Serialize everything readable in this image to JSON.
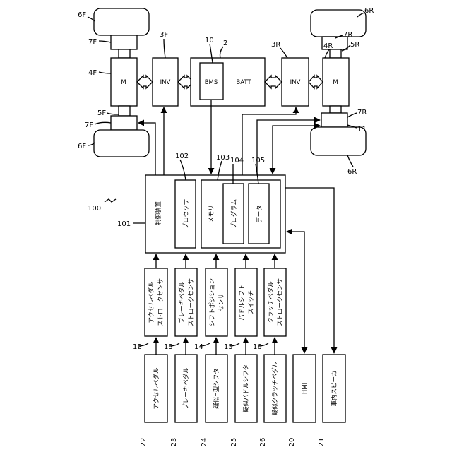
{
  "title": "100",
  "blocks": {
    "motor_front": "M",
    "inv_front": "INV",
    "bms": "BMS",
    "batt": "BATT",
    "inv_rear": "INV",
    "motor_rear": "M",
    "controller": "制御装置",
    "processor": "プロセッサ",
    "memory": "メモリ",
    "program": "プログラム",
    "data": "データ",
    "s12_line1": "アクセルペダル",
    "s12_line2": "ストロークセンサ",
    "s13_line1": "ブレーキペダル",
    "s13_line2": "ストロークセンサ",
    "s14_line1": "シフトポジション",
    "s14_line2": "センサ",
    "s15_line1": "パドルシフト",
    "s15_line2": "スイッチ",
    "s16_line1": "クラッチペダル",
    "s16_line2": "ストロークセンサ",
    "d22": "アクセルペダル",
    "d23": "ブレーキペダル",
    "d24": "疑似H型シフタ",
    "d25": "疑似パドルシフタ",
    "d26": "疑似クラッチペダル",
    "hmi": "HMI",
    "speaker": "車内スピーカ"
  },
  "refs": {
    "r6F_top": "6F",
    "r7F_top": "7F",
    "r4F": "4F",
    "r3F": "3F",
    "r10": "10",
    "r2": "2",
    "r3R": "3R",
    "r6R_top": "6R",
    "r7R_top": "7R",
    "r4R": "4R",
    "r5R": "5R",
    "r5F": "5F",
    "r7F_bot": "7F",
    "r6F_bot": "6F",
    "r7R_bot": "7R",
    "r11": "11",
    "r6R_bot": "6R",
    "r102": "102",
    "r103": "103",
    "r104": "104",
    "r105": "105",
    "r101": "101",
    "r100": "100",
    "r12": "12",
    "r13": "13",
    "r14": "14",
    "r15": "15",
    "r16": "16",
    "r22": "22",
    "r23": "23",
    "r24": "24",
    "r25": "25",
    "r26": "26",
    "r20": "20",
    "r21": "21"
  },
  "colors": {
    "line": "#000000",
    "background": "#ffffff"
  }
}
